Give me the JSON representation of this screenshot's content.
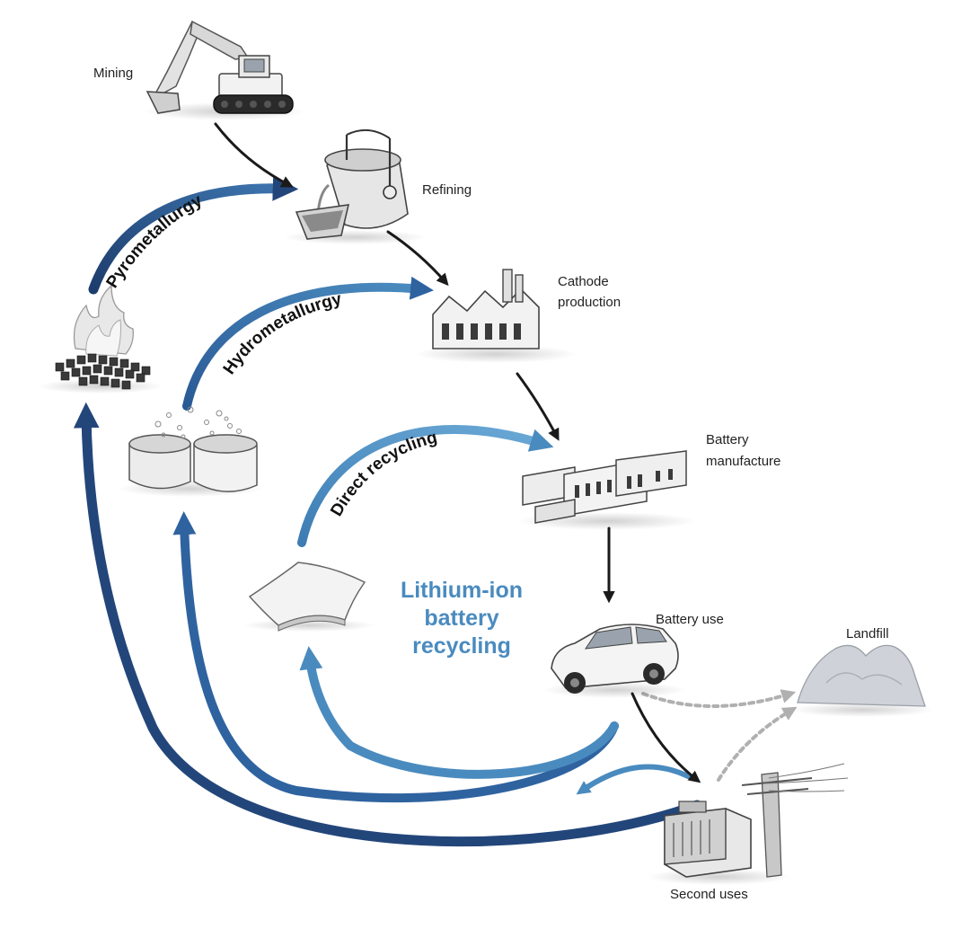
{
  "title_lines": [
    "Lithium-ion",
    "battery",
    "recycling"
  ],
  "stages": {
    "mining": "Mining",
    "refining": "Refining",
    "cathode_production": [
      "Cathode",
      "production"
    ],
    "battery_manufacture": [
      "Battery",
      "manufacture"
    ],
    "battery_use": "Battery use",
    "landfill": "Landfill",
    "second_uses": "Second uses"
  },
  "recycling_paths": {
    "pyrometallurgy": "Pyrometallurgy",
    "hydrometallurgy": "Hydrometallurgy",
    "direct_recycling": "Direct recycling"
  },
  "colors": {
    "pyro_path": "#23467a",
    "hydro_path": "#2f63a0",
    "direct_path": "#4a8bbf",
    "title": "#4a8bbf",
    "production_arrows": "#1a1a1a",
    "disposal_arrows": "#aaaaaa"
  },
  "icons": [
    "excavator-icon",
    "ladle-icon",
    "factory-icon",
    "battery-factory-icon",
    "car-icon",
    "landfill-icon",
    "transformer-icon",
    "pellets-fire-icon",
    "leaching-tanks-icon",
    "cathode-sheet-icon"
  ]
}
